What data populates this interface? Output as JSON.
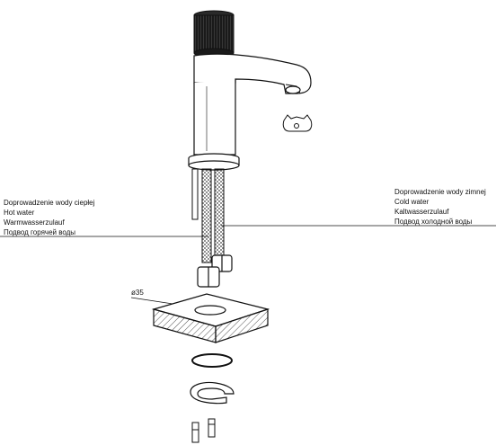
{
  "hot_water": {
    "lines": [
      "Doprowadzenie wody ciepłej",
      "Hot water",
      "Warmwasserzulauf",
      "Подвод горячей воды"
    ]
  },
  "cold_water": {
    "lines": [
      "Doprowadzenie wody zimnej",
      "Cold water",
      "Kaltwasserzulauf",
      "Подвод холодной воды"
    ]
  },
  "mounting_hole": {
    "label": "ø35"
  },
  "colors": {
    "ink": "#111111",
    "handle": "#1a1a1a",
    "hatch": "#222222",
    "background": "#ffffff"
  }
}
